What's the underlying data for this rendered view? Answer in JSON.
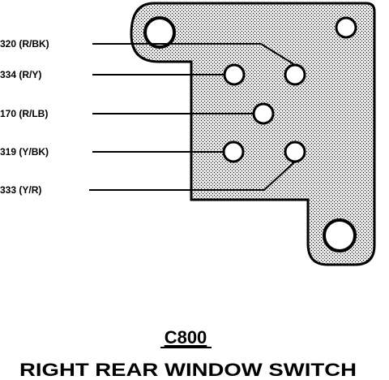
{
  "diagram": {
    "connector_id": "C800",
    "component_name": "RIGHT REAR WINDOW SWITCH",
    "wires": [
      {
        "label": "320 (R/BK)"
      },
      {
        "label": "334 (R/Y)"
      },
      {
        "label": "170 (R/LB)"
      },
      {
        "label": "319 (Y/BK)"
      },
      {
        "label": "333 (Y/R)"
      }
    ],
    "colors": {
      "line": "#000000",
      "fill": "#cfcfcf",
      "background": "#ffffff"
    }
  }
}
